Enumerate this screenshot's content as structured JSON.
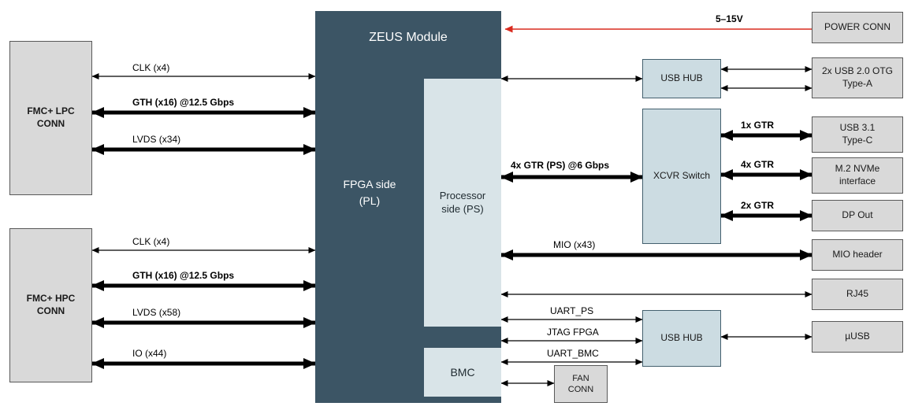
{
  "title": "ZEUS Module",
  "blocks": {
    "fmc_lpc_conn": "FMC+ LPC\nCONN",
    "fmc_hpc_conn": "FMC+ HPC\nCONN",
    "fpga_side": "FPGA side\n(PL)",
    "processor_side": "Processor\nside (PS)",
    "bmc": "BMC",
    "usb_hub_top": "USB HUB",
    "xcvr_switch": "XCVR  Switch",
    "usb_hub_bottom": "USB HUB",
    "fan_conn": "FAN\nCONN",
    "power_conn": "POWER CONN",
    "usb_otg": "2x USB 2.0 OTG\nType-A",
    "usb_31_type_c": "USB 3.1\nType-C",
    "m2_nvme": "M.2 NVMe\ninterface",
    "dp_out": "DP Out",
    "mio_header": "MIO header",
    "rj45": "RJ45",
    "uusb": "µUSB"
  },
  "edge_labels": {
    "clk_lpc": "CLK (x4)",
    "gth_lpc": "GTH (x16) @12.5 Gbps",
    "lvds_lpc": "LVDS (x34)",
    "clk_hpc": "CLK (x4)",
    "gth_hpc": "GTH (x16) @12.5 Gbps",
    "lvds_hpc": "LVDS (x58)",
    "io_hpc": "IO (x44)",
    "power": "5–15V",
    "gtr_ps": "4x GTR (PS) @6 Gbps",
    "gtr_1x": "1x GTR",
    "gtr_4x": "4x GTR",
    "gtr_2x": "2x GTR",
    "mio": "MIO (x43)",
    "uart_ps": "UART_PS",
    "jtag_fpga": "JTAG FPGA",
    "uart_bmc": "UART_BMC"
  },
  "colors": {
    "zeus_dark": "#3c5565",
    "inner_light": "#d9e4e8",
    "switch_fill": "#ccdce2",
    "gray_fill": "#d9d9d9",
    "power_red": "#d92b1f"
  }
}
